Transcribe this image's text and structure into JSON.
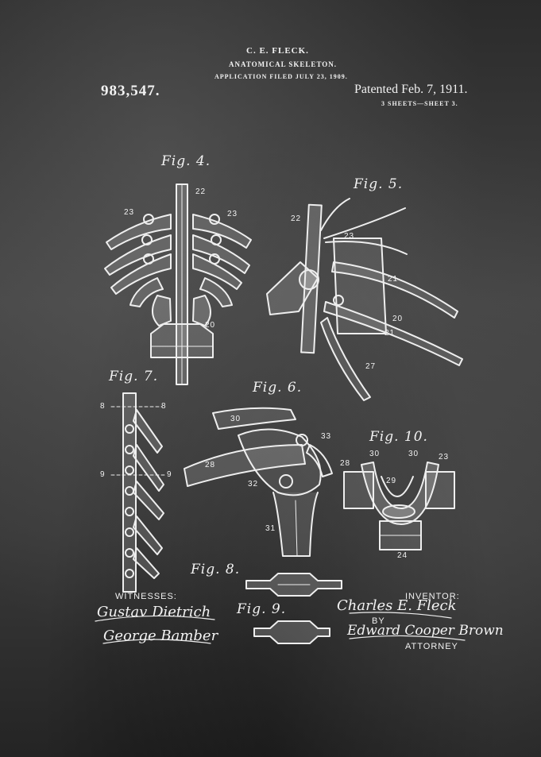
{
  "header": {
    "inventor": "C. E. FLECK.",
    "title": "ANATOMICAL SKELETON.",
    "application": "APPLICATION FILED JULY 23, 1909.",
    "patent_number": "983,547.",
    "patented": "Patented Feb. 7, 1911.",
    "sheets": "3 SHEETS—SHEET 3."
  },
  "figures": {
    "fig4": "Fig. 4.",
    "fig5": "Fig. 5.",
    "fig6": "Fig. 6.",
    "fig7": "Fig. 7.",
    "fig8": "Fig. 8.",
    "fig9": "Fig. 9.",
    "fig10": "Fig. 10."
  },
  "refs": {
    "r22a": "22",
    "r23a": "23",
    "r23b": "23",
    "r20a": "20",
    "r22b": "22",
    "r23c": "23",
    "r21a": "21",
    "r20b": "20",
    "r21b": "21",
    "r27": "27",
    "r8a": "8",
    "r8b": "8",
    "r9a": "9",
    "r9b": "9",
    "r30a": "30",
    "r33": "33",
    "r28a": "28",
    "r32": "32",
    "r31": "31",
    "r28b": "28",
    "r30b": "30",
    "r30c": "30",
    "r23d": "23",
    "r29": "29",
    "r24": "24"
  },
  "signatures": {
    "witnesses_label": "WITNESSES:",
    "witness1": "Gustav Dietrich",
    "witness2": "George Bamber",
    "inventor_label": "INVENTOR:",
    "inventor_sig": "Charles E. Fleck",
    "by_label": "BY",
    "attorney_sig": "Edward Cooper Brown",
    "attorney_label": "ATTORNEY"
  }
}
